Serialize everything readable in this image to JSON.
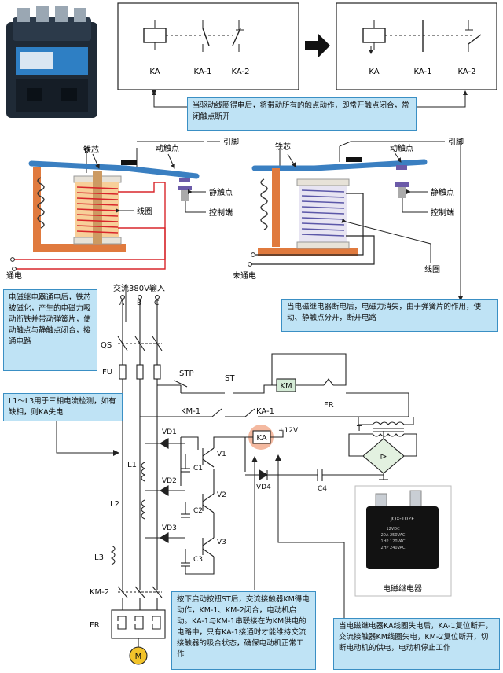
{
  "contact_panels": {
    "before": {
      "ka": "KA",
      "ka1": "KA-1",
      "ka2": "KA-2"
    },
    "after": {
      "ka": "KA",
      "ka1": "KA-1",
      "ka2": "KA-2"
    }
  },
  "captions": {
    "contact_action": "当驱动线圈得电后，将带动所有的触点动作，即常开触点闭合，常闭触点断开",
    "energized_relay": "电磁继电器通电后，铁芯被磁化，产生的电磁力吸动衔铁并带动弹簧片，使动触点与静触点闭合，接通电路",
    "deenergized_relay": "当电磁继电器断电后，电磁力消失，由于弹簧片的作用，使动、静触点分开，断开电路",
    "current_detect": "L1～L3用于三相电流检测，如有缺相，则KA失电",
    "start_operation": "按下启动按钮ST后，交流接触器KM得电动作，KM-1、KM-2闭合，电动机启动。KA-1与KM-1串联接在为KM供电的电路中，只有KA-1接通时才能维持交流接触器的吸合状态，确保电动机正常工作",
    "ka_loss": "当电磁继电器KA线圈失电后，KA-1复位断开，交流接触器KM线圈失电，KM-2复位断开，切断电动机的供电，电动机停止工作"
  },
  "relay_labels": {
    "core": "铁芯",
    "moving_contact": "动触点",
    "pin": "引脚",
    "coil": "线圈",
    "static_contact": "静触点",
    "control_end": "控制端",
    "energized": "通电",
    "deenergized": "未通电"
  },
  "circuit_labels": {
    "input": "交流380V输入",
    "phase_a": "A",
    "phase_b": "B",
    "phase_c": "C",
    "qs": "QS",
    "fu": "FU",
    "stp": "STP",
    "st": "ST",
    "km": "KM",
    "fr_top": "FR",
    "km1": "KM-1",
    "ka1": "KA-1",
    "t": "T",
    "ka": "KA",
    "v12": "+12V",
    "vd1": "VD1",
    "vd2": "VD2",
    "vd3": "VD3",
    "vd4": "VD4",
    "c1": "C1",
    "c2": "C2",
    "c3": "C3",
    "c4": "C4",
    "v1": "V1",
    "v2": "V2",
    "v3": "V3",
    "l1": "L1",
    "l2": "L2",
    "l3": "L3",
    "km2": "KM-2",
    "fr_bottom": "FR",
    "motor": "M",
    "photo_caption": "电磁继电器",
    "part_model": "JQX-102F",
    "part_rating_1": "12VDC",
    "part_rating_2": "20A 250VAC",
    "part_rating_3": "1HP 120VAC",
    "part_rating_4": "2HP 240VAC"
  },
  "colors": {
    "caption_bg": "#bfe3f5",
    "caption_border": "#3a8fc4",
    "armature": "#3a7fc1",
    "yoke": "#e07a3e",
    "coil_active": "#d8262b",
    "coil_idle": "#5b57a8",
    "wire_red": "#d8262b",
    "ka_highlight": "#f4b9a0"
  }
}
